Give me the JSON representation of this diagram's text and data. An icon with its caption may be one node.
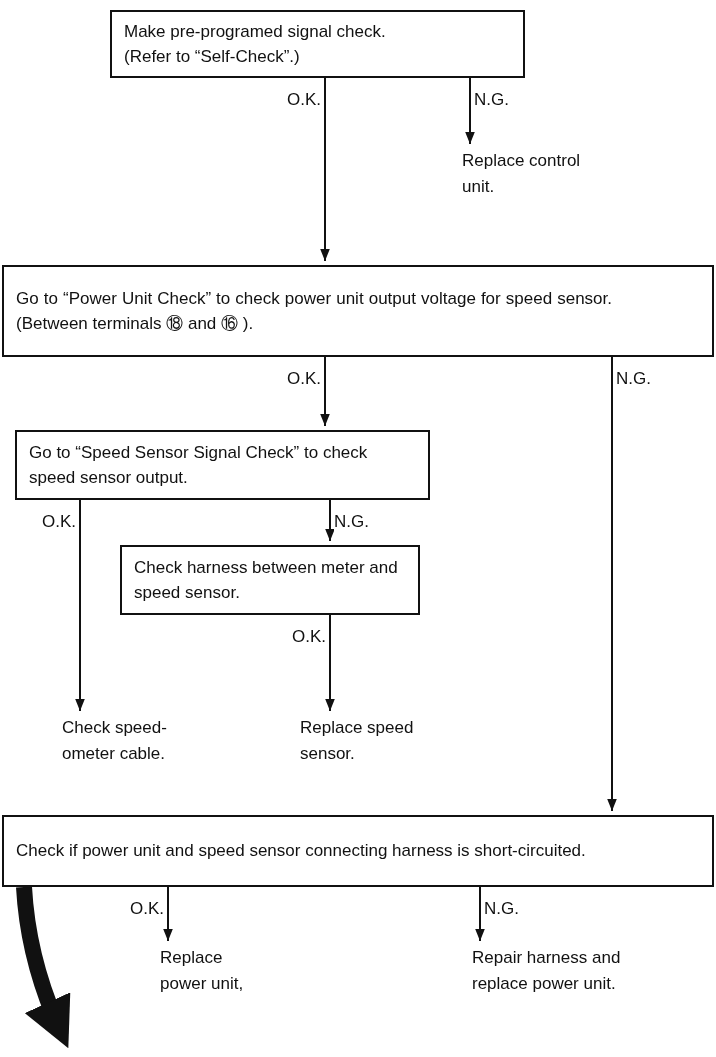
{
  "diagram": {
    "nodes": [
      {
        "text": [
          "Make pre-programed signal check. (Refer to “Self-Check”.)"
        ]
      },
      {
        "text": [
          "Replace control unit."
        ]
      },
      {
        "text": [
          "Go to “Power Unit Check” to check power unit output voltage for speed sensor. (Between terminals ⑱ and ⑯ )."
        ]
      },
      {
        "text": [
          "Go to “Speed Sensor Signal Check” to check speed sensor output."
        ]
      },
      {
        "text": [
          "Check harness between meter and speed sensor."
        ]
      },
      {
        "text": [
          "Check speed-ometer cable."
        ]
      },
      {
        "text": [
          "Replace speed sensor."
        ]
      },
      {
        "text": [
          "Check if power unit and speed sensor connecting harness is short-circuited."
        ]
      },
      {
        "text": [
          "Replace power unit,"
        ]
      },
      {
        "text": [
          "Repair harness and replace power unit."
        ]
      }
    ],
    "edges": [
      {
        "from": 0,
        "to": 2,
        "arrow": "to",
        "label": "O.K."
      },
      {
        "from": 0,
        "to": 1,
        "arrow": "to",
        "label": "N.G."
      },
      {
        "from": 2,
        "to": 3,
        "arrow": "to",
        "label": "O.K."
      },
      {
        "from": 2,
        "to": 7,
        "arrow": "to",
        "label": "N.G."
      },
      {
        "from": 3,
        "to": 5,
        "arrow": "to",
        "label": "O.K."
      },
      {
        "from": 3,
        "to": 4,
        "arrow": "to",
        "label": "N.G."
      },
      {
        "from": 4,
        "to": 6,
        "arrow": "to",
        "label": "O.K."
      },
      {
        "from": 7,
        "to": 8,
        "arrow": "to",
        "label": "O.K."
      },
      {
        "from": 7,
        "to": 9,
        "arrow": "to",
        "label": "N.G."
      },
      {
        "from": 7,
        "to": null,
        "arrow": "to",
        "style": "thick"
      }
    ]
  }
}
